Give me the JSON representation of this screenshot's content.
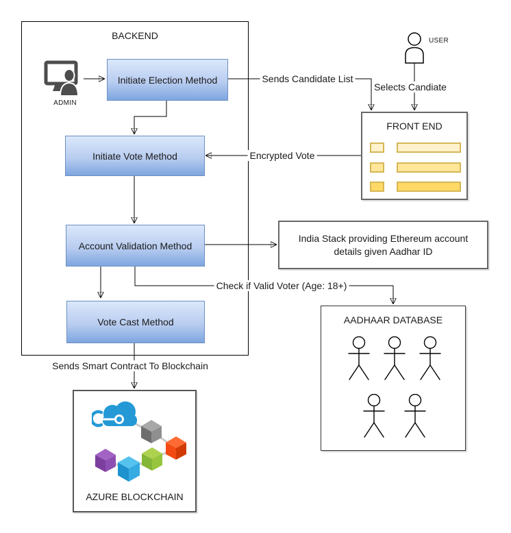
{
  "backend": {
    "title": "BACKEND"
  },
  "actors": {
    "admin": "ADMIN",
    "user": "USER"
  },
  "methods": {
    "initiate_election": "Initiate Election Method",
    "initiate_vote": "Initiate Vote Method",
    "account_validation": "Account Validation Method",
    "vote_cast": "Vote Cast Method"
  },
  "frontend": {
    "title": "FRONT END",
    "candidate_rows": 3
  },
  "india_stack": {
    "text": "India Stack providing Ethereum account details given Aadhar ID"
  },
  "aadhaar": {
    "title": "AADHAAR DATABASE",
    "person_count": 5
  },
  "azure": {
    "title": "AZURE BLOCKCHAIN"
  },
  "edge_labels": {
    "sends_candidate_list": "Sends Candidate List",
    "selects_candidate": "Selects Candiate",
    "encrypted_vote": "Encrypted Vote",
    "check_valid_voter": "Check if Valid Voter (Age: 18+)",
    "sends_smart_contract": "Sends Smart Contract To Blockchain"
  },
  "colors": {
    "method_gradient_top": "#dbe8fb",
    "method_gradient_bottom": "#7ea6e0",
    "method_border": "#6c8ebf",
    "yellow_border": "#d6b656",
    "yellow_light": "#fff2cc",
    "yellow_mid": "#ffe699",
    "yellow_dark": "#ffd966",
    "azure_blue": "#2499d6"
  }
}
